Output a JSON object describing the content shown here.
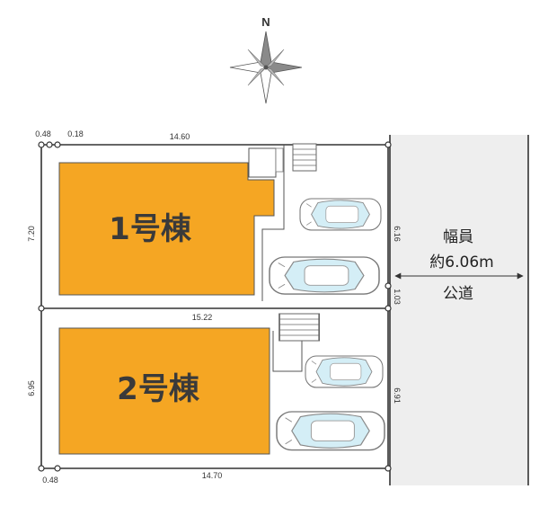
{
  "compass": {
    "north_label": "N"
  },
  "lot1": {
    "building_label": "1号棟",
    "dim_top_small_a": "0.48",
    "dim_top_small_b": "0.18",
    "dim_top": "14.60",
    "dim_left": "7.20",
    "dim_right": "6.16"
  },
  "lot2": {
    "building_label": "2号棟",
    "dim_top": "15.22",
    "dim_left": "6.95",
    "dim_right": "6.91",
    "dim_bottom": "14.70",
    "dim_bottom_small": "0.48"
  },
  "road": {
    "width_label_1": "幅員",
    "width_label_2": "約6.06m",
    "type_label": "公道",
    "corner_dim": "1.03"
  },
  "colors": {
    "building": "#F5A623",
    "road": "#EEEEEE",
    "line": "#333333"
  }
}
